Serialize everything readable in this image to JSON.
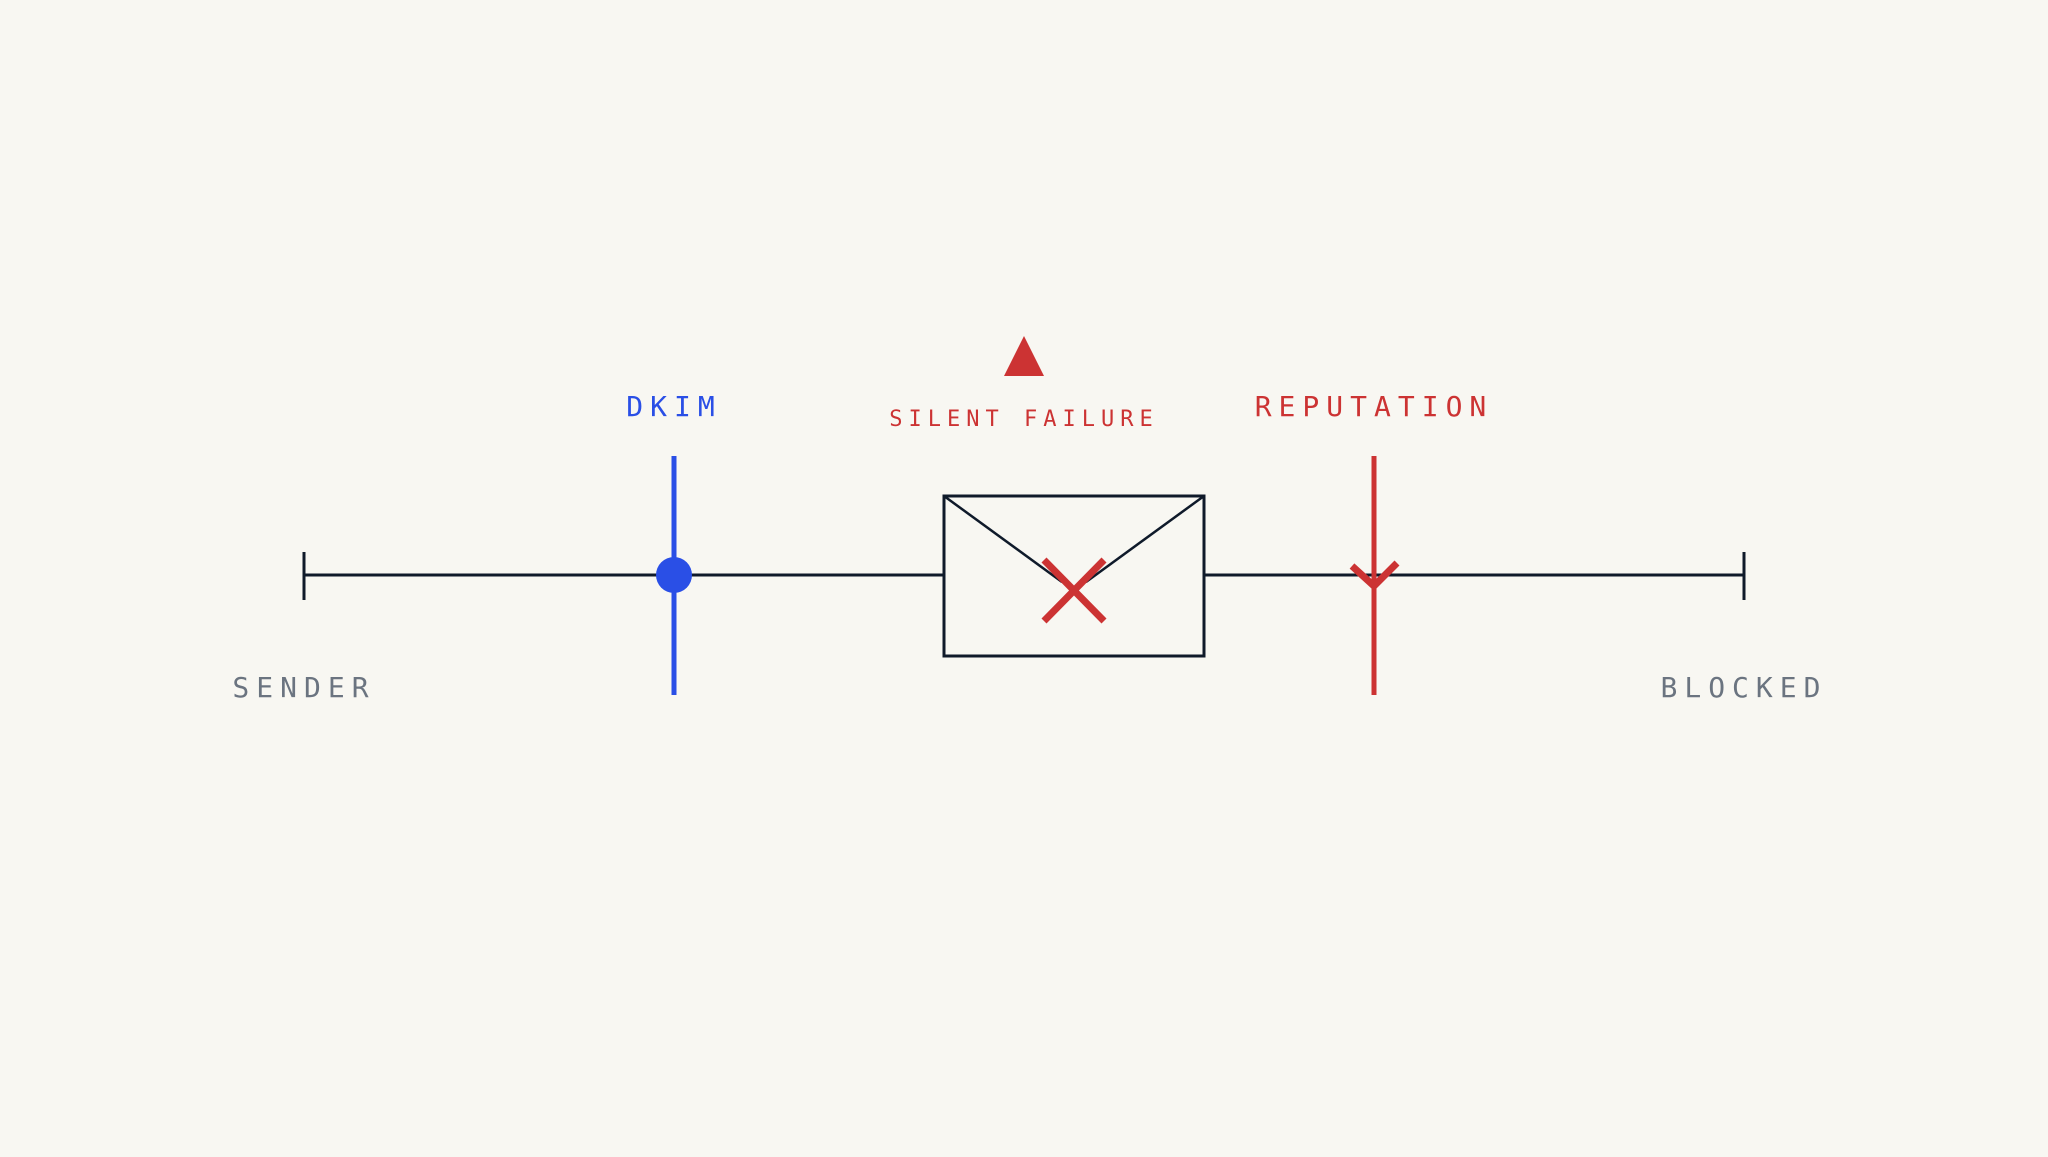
{
  "diagram": {
    "start_label": "SENDER",
    "end_label": "BLOCKED",
    "checkpoints": [
      {
        "label": "DKIM",
        "status": "pass",
        "color": "#2a4fe6"
      },
      {
        "label": "REPUTATION",
        "status": "fail",
        "color": "#cc3333"
      }
    ],
    "message": {
      "icon": "envelope-icon",
      "status_icon": "x-mark-icon"
    },
    "warning": {
      "icon": "warning-triangle-icon",
      "label": "SILENT FAILURE",
      "color": "#cc3333"
    },
    "line_color": "#0f1a2a",
    "background": "#f8f7f2"
  }
}
